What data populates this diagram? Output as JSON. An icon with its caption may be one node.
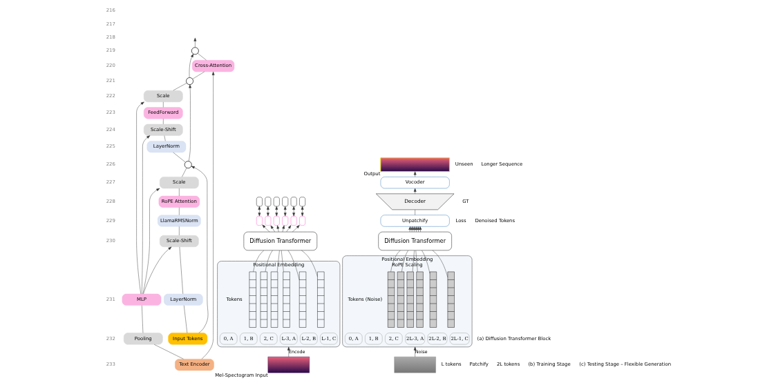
{
  "diagram": {
    "nodes": [
      {
        "text": [],
        "shape": "circle"
      },
      {
        "text": [
          "Cross-Attention"
        ]
      },
      {
        "text": [],
        "shape": "circle"
      },
      {
        "text": [
          "Scale"
        ]
      },
      {
        "text": [
          "FeedForward"
        ]
      },
      {
        "text": [
          "Scale-Shift"
        ]
      },
      {
        "text": [
          "LayerNorm"
        ]
      },
      {
        "text": [],
        "shape": "circle"
      },
      {
        "text": [
          "Scale"
        ]
      },
      {
        "text": [
          "RoPE Attention"
        ]
      },
      {
        "text": [
          "LlamaRMSNorm"
        ]
      },
      {
        "text": [
          "Scale-Shift"
        ]
      },
      {
        "text": [
          "LayerNorm"
        ]
      },
      {
        "text": [
          "MLP"
        ]
      },
      {
        "text": [
          "Pooling"
        ]
      },
      {
        "text": [
          "Input Tokens"
        ]
      },
      {
        "text": [
          "Text Encoder"
        ]
      },
      {
        "text": [],
        "shape": "box"
      },
      {
        "text": [],
        "shape": "box"
      },
      {
        "text": [],
        "shape": "box"
      },
      {
        "text": [],
        "shape": "box"
      },
      {
        "text": [],
        "shape": "box"
      },
      {
        "text": [],
        "shape": "box"
      },
      {
        "text": [],
        "shape": "box"
      },
      {
        "text": [],
        "shape": "box"
      },
      {
        "text": [],
        "shape": "box"
      },
      {
        "text": [],
        "shape": "box"
      },
      {
        "text": [],
        "shape": "box"
      },
      {
        "text": [],
        "shape": "box"
      },
      {
        "text": [
          "Diffusion Transformer"
        ]
      },
      {
        "text": [
          "Positional Embedding"
        ]
      },
      {
        "text": [],
        "shape": "bar",
        "in": 30
      },
      {
        "text": [],
        "shape": "bar",
        "in": 30
      },
      {
        "text": [],
        "shape": "bar",
        "in": 30
      },
      {
        "text": [],
        "shape": "bar",
        "in": 30
      },
      {
        "text": [],
        "shape": "bar",
        "in": 30
      },
      {
        "text": [],
        "shape": "bar",
        "in": 30
      },
      {
        "text": [
          "0, A"
        ],
        "in": 30
      },
      {
        "text": [
          "1, B"
        ],
        "in": 30
      },
      {
        "text": [
          "2, C"
        ],
        "in": 30
      },
      {
        "text": [
          "L-3, A"
        ],
        "in": 30
      },
      {
        "text": [
          "L-2, B"
        ],
        "in": 30
      },
      {
        "text": [
          "L-1, C"
        ],
        "in": 30
      },
      {
        "text": [],
        "shape": "box",
        "beside": [
          "Mel-Spectogram Input"
        ]
      },
      {
        "text": [],
        "shape": "box",
        "beside": [
          "Output"
        ]
      },
      {
        "text": [
          "Vocoder"
        ]
      },
      {
        "text": [
          "Decoder"
        ]
      },
      {
        "text": [
          "Unpatchify"
        ]
      },
      {
        "text": [
          "Diffusion Transformer"
        ]
      },
      {
        "text": [
          "Positional Embedding",
          "RoPE Scaling"
        ]
      },
      {
        "text": [],
        "shape": "bar",
        "in": 49
      },
      {
        "text": [],
        "shape": "bar",
        "in": 49
      },
      {
        "text": [],
        "shape": "bar",
        "in": 49
      },
      {
        "text": [],
        "shape": "bar",
        "in": 49
      },
      {
        "text": [],
        "shape": "bar",
        "in": 49
      },
      {
        "text": [],
        "shape": "bar",
        "in": 49
      },
      {
        "text": [
          "0, A"
        ],
        "in": 49
      },
      {
        "text": [
          "1, B"
        ],
        "in": 49
      },
      {
        "text": [
          "2, C"
        ],
        "in": 49
      },
      {
        "text": [
          "2L-3, A"
        ],
        "in": 49
      },
      {
        "text": [
          "2L-2, B"
        ],
        "in": 49
      },
      {
        "text": [
          "2L-1, C"
        ],
        "in": 49
      },
      {
        "text": [],
        "shape": "box"
      }
    ],
    "edges": [
      {
        "from": 15,
        "to": 12,
        "arrow": "none"
      },
      {
        "from": 12,
        "to": 11,
        "arrow": "none"
      },
      {
        "from": 11,
        "to": 10,
        "arrow": "none"
      },
      {
        "from": 10,
        "to": 9,
        "arrow": "none"
      },
      {
        "from": 9,
        "to": 8,
        "arrow": "none"
      },
      {
        "from": 8,
        "to": 7,
        "arrow": "none"
      },
      {
        "from": 15,
        "to": 7,
        "arrow": "to"
      },
      {
        "from": 7,
        "to": 6,
        "arrow": "none"
      },
      {
        "from": 6,
        "to": 5,
        "arrow": "none"
      },
      {
        "from": 5,
        "to": 4,
        "arrow": "none"
      },
      {
        "from": 4,
        "to": 3,
        "arrow": "none"
      },
      {
        "from": 3,
        "to": 2,
        "arrow": "none"
      },
      {
        "from": 7,
        "to": 2,
        "arrow": "to"
      },
      {
        "from": 2,
        "to": 1,
        "arrow": "none"
      },
      {
        "from": 1,
        "to": 0,
        "arrow": "none"
      },
      {
        "from": 2,
        "to": 0,
        "arrow": "to"
      },
      {
        "from": 0,
        "to": null,
        "arrow": "to"
      },
      {
        "from": 16,
        "to": 14,
        "arrow": "none"
      },
      {
        "from": 14,
        "to": 13,
        "arrow": "none"
      },
      {
        "from": 13,
        "to": 11,
        "arrow": "to"
      },
      {
        "from": 13,
        "to": 8,
        "arrow": "to"
      },
      {
        "from": 13,
        "to": 5,
        "arrow": "to"
      },
      {
        "from": 13,
        "to": 3,
        "arrow": "to"
      },
      {
        "from": 16,
        "to": 1,
        "arrow": "to"
      },
      {
        "from": 31,
        "to": 29,
        "arrow": "none"
      },
      {
        "from": 32,
        "to": 29,
        "arrow": "none"
      },
      {
        "from": 33,
        "to": 29,
        "arrow": "none"
      },
      {
        "from": 34,
        "to": 29,
        "arrow": "none"
      },
      {
        "from": 35,
        "to": 29,
        "arrow": "none"
      },
      {
        "from": 36,
        "to": 29,
        "arrow": "none"
      },
      {
        "from": 29,
        "to": 23,
        "arrow": "to"
      },
      {
        "from": 29,
        "to": 24,
        "arrow": "to"
      },
      {
        "from": 29,
        "to": 25,
        "arrow": "to"
      },
      {
        "from": 29,
        "to": 26,
        "arrow": "to"
      },
      {
        "from": 29,
        "to": 27,
        "arrow": "to"
      },
      {
        "from": 29,
        "to": 28,
        "arrow": "to"
      },
      {
        "from": 23,
        "to": 17,
        "arrow": "both"
      },
      {
        "from": 24,
        "to": 18,
        "arrow": "both"
      },
      {
        "from": 25,
        "to": 19,
        "arrow": "both"
      },
      {
        "from": 26,
        "to": 20,
        "arrow": "both"
      },
      {
        "from": 27,
        "to": 21,
        "arrow": "both"
      },
      {
        "from": 28,
        "to": 22,
        "arrow": "both"
      },
      {
        "from": 43,
        "to": 30,
        "arrow": "to",
        "label": "Encode"
      },
      {
        "from": 50,
        "to": 48,
        "arrow": "none"
      },
      {
        "from": 51,
        "to": 48,
        "arrow": "none"
      },
      {
        "from": 52,
        "to": 48,
        "arrow": "none"
      },
      {
        "from": 53,
        "to": 48,
        "arrow": "none"
      },
      {
        "from": 54,
        "to": 48,
        "arrow": "none"
      },
      {
        "from": 55,
        "to": 48,
        "arrow": "none"
      },
      {
        "from": 48,
        "to": 47,
        "arrow": "to"
      },
      {
        "from": 48,
        "to": 47,
        "arrow": "to"
      },
      {
        "from": 48,
        "to": 47,
        "arrow": "to"
      },
      {
        "from": 48,
        "to": 47,
        "arrow": "to"
      },
      {
        "from": 48,
        "to": 47,
        "arrow": "to"
      },
      {
        "from": 48,
        "to": 47,
        "arrow": "to"
      },
      {
        "from": 47,
        "to": 46,
        "arrow": "none"
      },
      {
        "from": 46,
        "to": 45,
        "arrow": "to"
      },
      {
        "from": 45,
        "to": 44,
        "arrow": "to"
      },
      {
        "from": 62,
        "to": 49,
        "arrow": "to",
        "label": "Noise"
      }
    ],
    "labels": [
      "216",
      "217",
      "218",
      "219",
      "220",
      "221",
      "222",
      "223",
      "224",
      "225",
      "226",
      "227",
      "228",
      "229",
      "230",
      "231",
      "232",
      "233",
      "Loss",
      "GT",
      "Denoised Tokens",
      "Tokens",
      "L tokens",
      "Patchify",
      "Unseen",
      "Longer Sequence",
      "Tokens (Noise)",
      "2L tokens",
      "(a) Diffusion Transformer Block",
      "(b) Training Stage",
      "(c) Testing Stage – Flexible Generation"
    ]
  }
}
